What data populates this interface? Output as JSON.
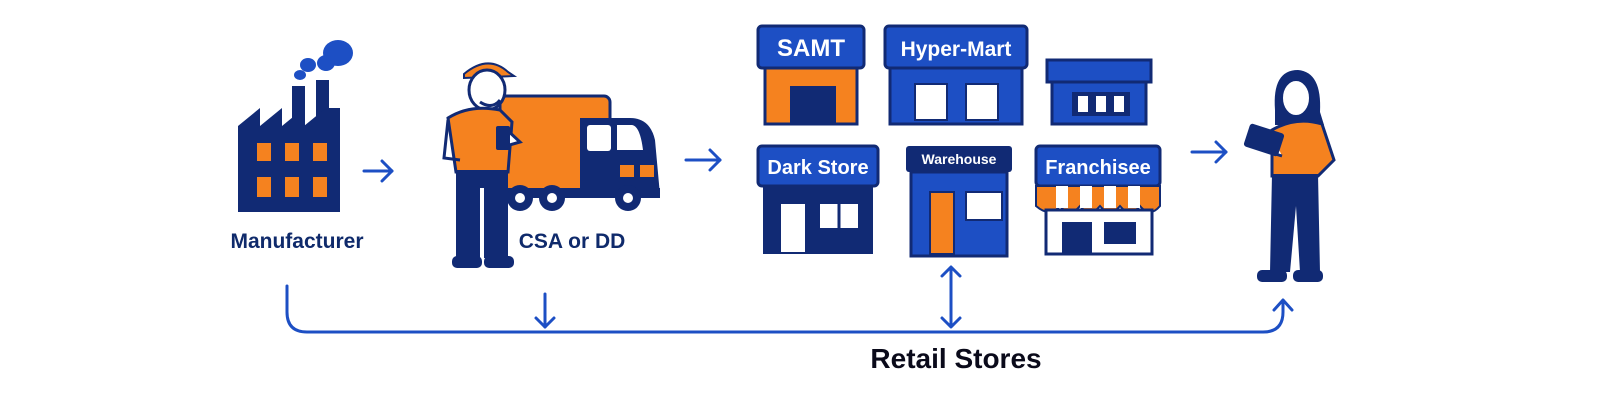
{
  "colors": {
    "navy": "#112a74",
    "blue": "#1d4fc4",
    "orange": "#f5821f",
    "white": "#ffffff",
    "text": "#0f2a6b",
    "skin": "#ffffff"
  },
  "nodes": {
    "manufacturer": {
      "label": "Manufacturer",
      "icon": "factory-icon"
    },
    "distributor": {
      "label": "CSA or DD",
      "icon": "delivery-truck-icon"
    },
    "consumer": {
      "icon": "shopper-with-tablet-icon"
    }
  },
  "stores": [
    {
      "key": "samt",
      "label": "SAMT"
    },
    {
      "key": "hypermart",
      "label": "Hyper-Mart"
    },
    {
      "key": "unnamed",
      "label": ""
    },
    {
      "key": "darkstore",
      "label": "Dark Store"
    },
    {
      "key": "warehouse",
      "label": "Warehouse"
    },
    {
      "key": "franchisee",
      "label": "Franchisee"
    }
  ],
  "footer": {
    "label": "Retail Stores"
  }
}
